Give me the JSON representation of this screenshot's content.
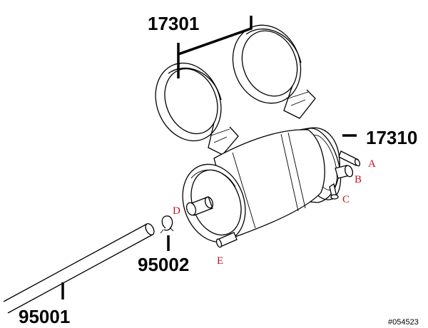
{
  "diagram": {
    "part_numbers": {
      "clamps": "17301",
      "canister": "17310",
      "clip": "95002",
      "hose": "95001"
    },
    "port_labels": {
      "a": "A",
      "b": "B",
      "c": "C",
      "d": "D",
      "e": "E"
    },
    "reference_id": "#054523",
    "colors": {
      "line": "#000000",
      "port_label": "#c0141c",
      "background": "#ffffff"
    }
  }
}
